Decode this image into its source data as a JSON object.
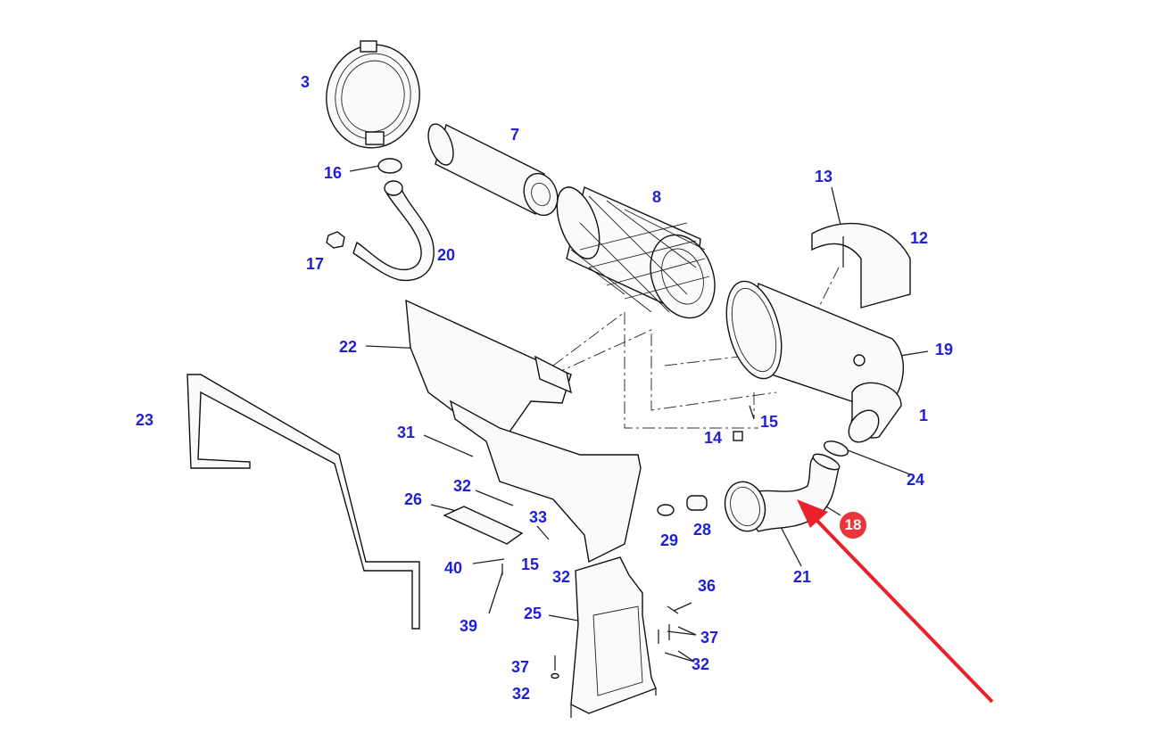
{
  "diagram": {
    "labels": {
      "l1": "1",
      "l3": "3",
      "l7": "7",
      "l8": "8",
      "l12": "12",
      "l13": "13",
      "l14": "14",
      "l15a": "15",
      "l15b": "15",
      "l16": "16",
      "l17": "17",
      "l19": "19",
      "l20": "20",
      "l21": "21",
      "l22": "22",
      "l23": "23",
      "l24": "24",
      "l25": "25",
      "l26": "26",
      "l28": "28",
      "l29": "29",
      "l31": "31",
      "l32a": "32",
      "l32b": "32",
      "l32c": "32",
      "l32d": "32",
      "l33": "33",
      "l36": "36",
      "l37a": "37",
      "l37b": "37",
      "l39": "39",
      "l40": "40"
    },
    "highlight": {
      "label": "18",
      "color": "#e8343a"
    },
    "label_color": "#1f1fd6",
    "arrow_color": "#e8212b"
  }
}
